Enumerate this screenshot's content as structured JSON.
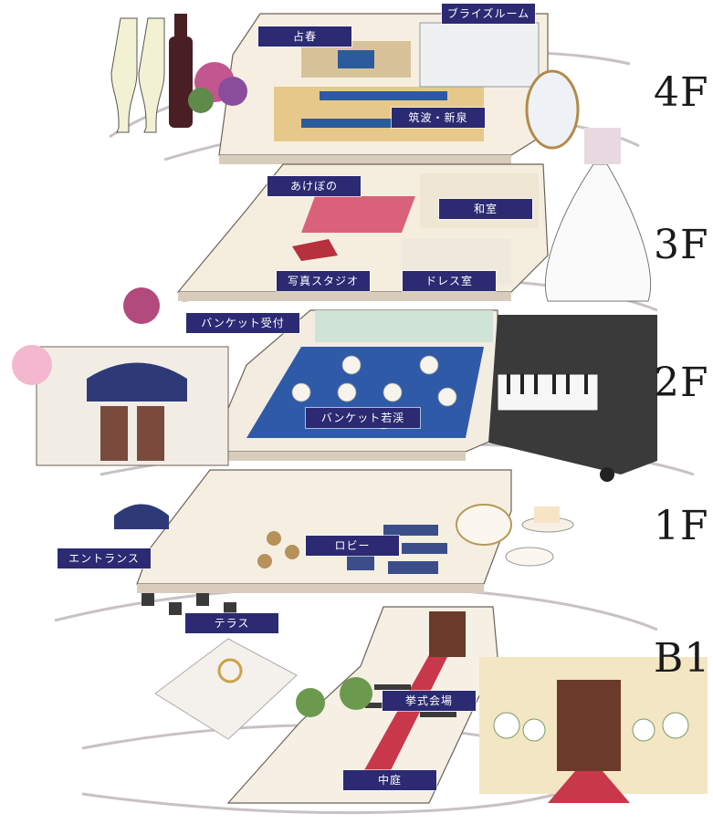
{
  "floors": {
    "f4": "4F",
    "f3": "3F",
    "f2": "2F",
    "f1": "1F",
    "b1": "B1"
  },
  "rooms": {
    "bridal_room": "ブライズルーム",
    "sensyun": "占春",
    "tsukuba_shinsen": "筑波・新泉",
    "akebono": "あけぼの",
    "washitsu": "和室",
    "photo_studio": "写真スタジオ",
    "dress_room": "ドレス室",
    "banquet_reception": "バンケット受付",
    "banquet_wakakei": "バンケット若渓",
    "entrance": "エントランス",
    "lobby": "ロビー",
    "terrace": "テラス",
    "chapel": "挙式会場",
    "courtyard": "中庭"
  },
  "colors": {
    "label_bg": "#2b2a73",
    "banquet_floor": "#2f5aa8",
    "carpet_red": "#c9374a",
    "wood": "#e6c98a"
  }
}
